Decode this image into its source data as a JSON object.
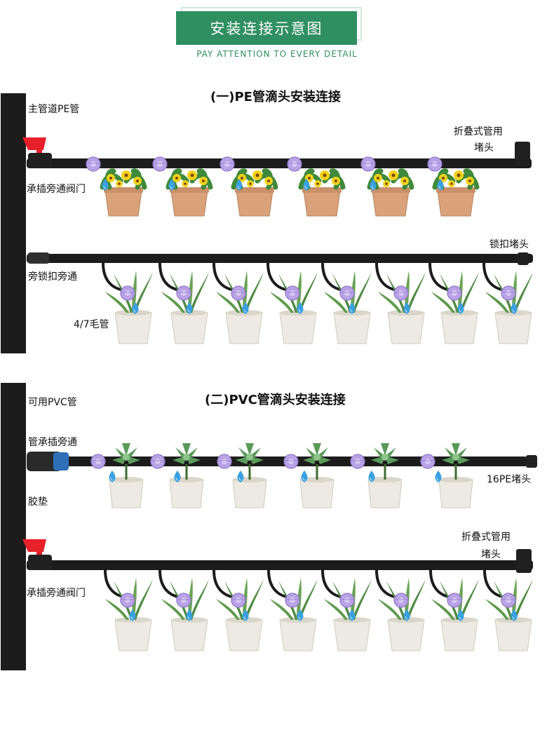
{
  "header": {
    "title": "安装连接示意图",
    "subtitle": "PAY ATTENTION TO EVERY DETAIL"
  },
  "section1": {
    "title": "(一)PE管滴头安装连接",
    "labels": {
      "main_pipe": "主管道PE管",
      "valve": "承插旁通阀门",
      "fold_cap_line1": "折叠式管用",
      "fold_cap_line2": "堵头",
      "lock_cap": "锁扣堵头",
      "lock_tee": "旁锁扣旁通",
      "capillary": "4/7毛管"
    }
  },
  "section2": {
    "title": "(二)PVC管滴头安装连接",
    "labels": {
      "pvc_pipe": "可用PVC管",
      "socket_tee": "管承插旁通",
      "gasket": "胶垫",
      "pe_cap": "16PE堵头",
      "fold_cap_line1": "折叠式管用",
      "fold_cap_line2": "堵头",
      "valve": "承插旁通阀门"
    }
  },
  "colors": {
    "accent": "#2f8f61",
    "pipe": "#1c1c1c",
    "valve_handle": "#e8202a",
    "dripper": "#b9a3e6",
    "water": "#3aa0e0",
    "leaf": "#3e8a3a",
    "flower": "#f4d21c",
    "terracotta": "#d9a27a",
    "white_pot": "#eceae2"
  },
  "icons": {
    "dripper": "dripper-icon",
    "valve": "valve-icon",
    "pipe_cap": "pipe-cap-icon",
    "water_drop": "water-drop-icon"
  }
}
